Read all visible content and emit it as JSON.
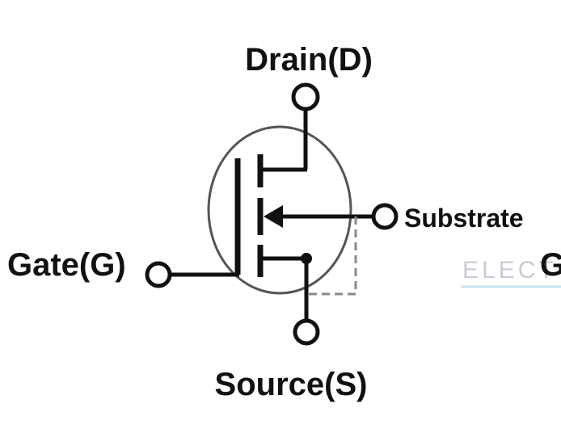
{
  "labels": {
    "drain": "Drain(D)",
    "gate": "Gate(G)",
    "source": "Source(S)",
    "substrate": "Substrate"
  },
  "watermark": {
    "text": "ELECT",
    "trailing": "G"
  },
  "colors": {
    "line": "#111111",
    "body_outline": "#555555",
    "dashed": "#8a8a8a",
    "watermark": "#c7cdd4",
    "watermark_underline": "#cfe3f3"
  }
}
